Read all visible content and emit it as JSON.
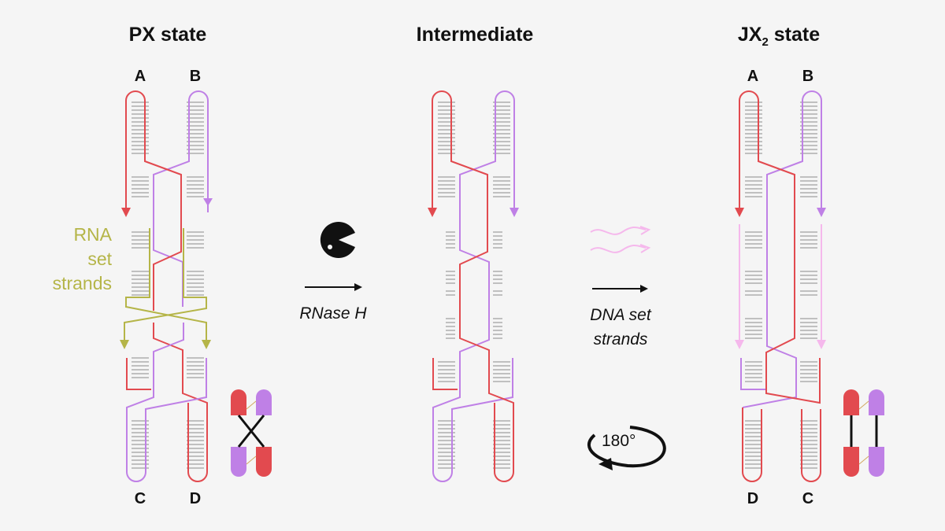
{
  "panels": {
    "px": {
      "title": "PX state",
      "top_left": "A",
      "top_right": "B",
      "bottom_left": "C",
      "bottom_right": "D"
    },
    "intermediate": {
      "title": "Intermediate"
    },
    "jx2": {
      "title_main": "JX",
      "title_sub": "2",
      "title_rest": " state",
      "top_left": "A",
      "top_right": "B",
      "bottom_left": "D",
      "bottom_right": "C"
    }
  },
  "labels": {
    "rna_set_strands": [
      "RNA",
      "set",
      "strands"
    ],
    "step1": [
      "RNase H"
    ],
    "step2": [
      "DNA set",
      "strands"
    ],
    "rotation": "180°"
  },
  "icons": {
    "enzyme": "pacman-enzyme-icon",
    "dna_strands": "wavy-pink-arrows-icon",
    "rotation": "curved-arrow-rotate-icon"
  },
  "colors": {
    "red": "#e24a4f",
    "purple": "#bf80e6",
    "olive": "#b5b548",
    "pink": "#f5b8ec",
    "gray_bp": "#8c8c8c",
    "black": "#111111"
  }
}
